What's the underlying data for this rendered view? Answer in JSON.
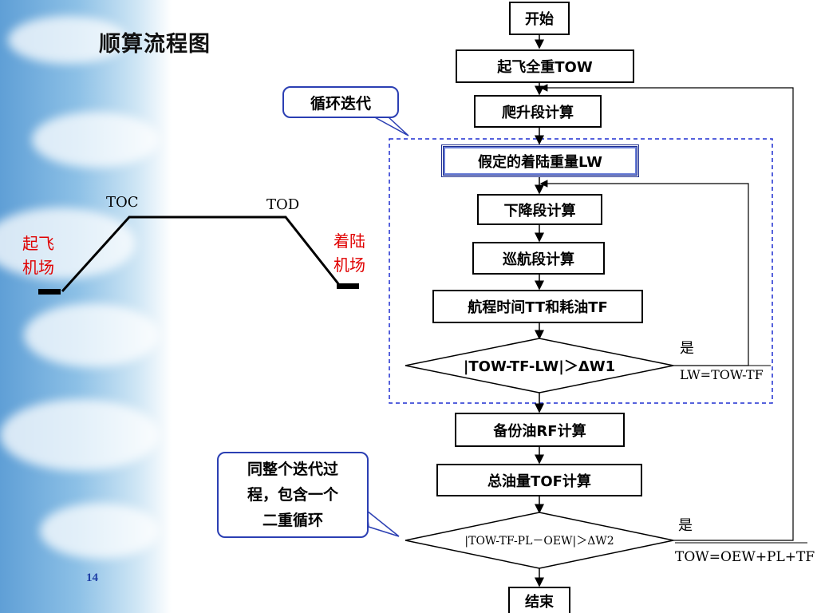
{
  "slide": {
    "title": "顺算流程图",
    "page_number": "14"
  },
  "profile": {
    "toc": "TOC",
    "tod": "TOD",
    "takeoff_airport": [
      "起飞",
      "机场"
    ],
    "landing_airport": [
      "着陆",
      "机场"
    ]
  },
  "flow": {
    "start": "开始",
    "takeoff_weight": "起飞全重TOW",
    "climb": "爬升段计算",
    "assumed_landing_weight": "假定的着陆重量LW",
    "descent": "下降段计算",
    "cruise": "巡航段计算",
    "time_fuel": "航程时间TT和耗油TF",
    "check1": "|TOW-TF-LW|＞ΔW1",
    "reserve_fuel": "备份油RF计算",
    "total_fuel": "总油量TOF计算",
    "check2": "|TOW-TF-PL－OEW|＞ΔW2",
    "end": "结束",
    "yes1": "是",
    "update1": "LW=TOW-TF",
    "yes2": "是",
    "update2": "TOW=OEW+PL+TF"
  },
  "callouts": {
    "iteration": "循环迭代",
    "nested": [
      "同整个迭代过",
      "程，包含一个",
      "二重循环"
    ]
  },
  "colors": {
    "loop_border": "#1f2fd0",
    "callout_border": "#2b3fb3",
    "airport_text": "#e00000",
    "page_number": "#1f3fa6"
  }
}
